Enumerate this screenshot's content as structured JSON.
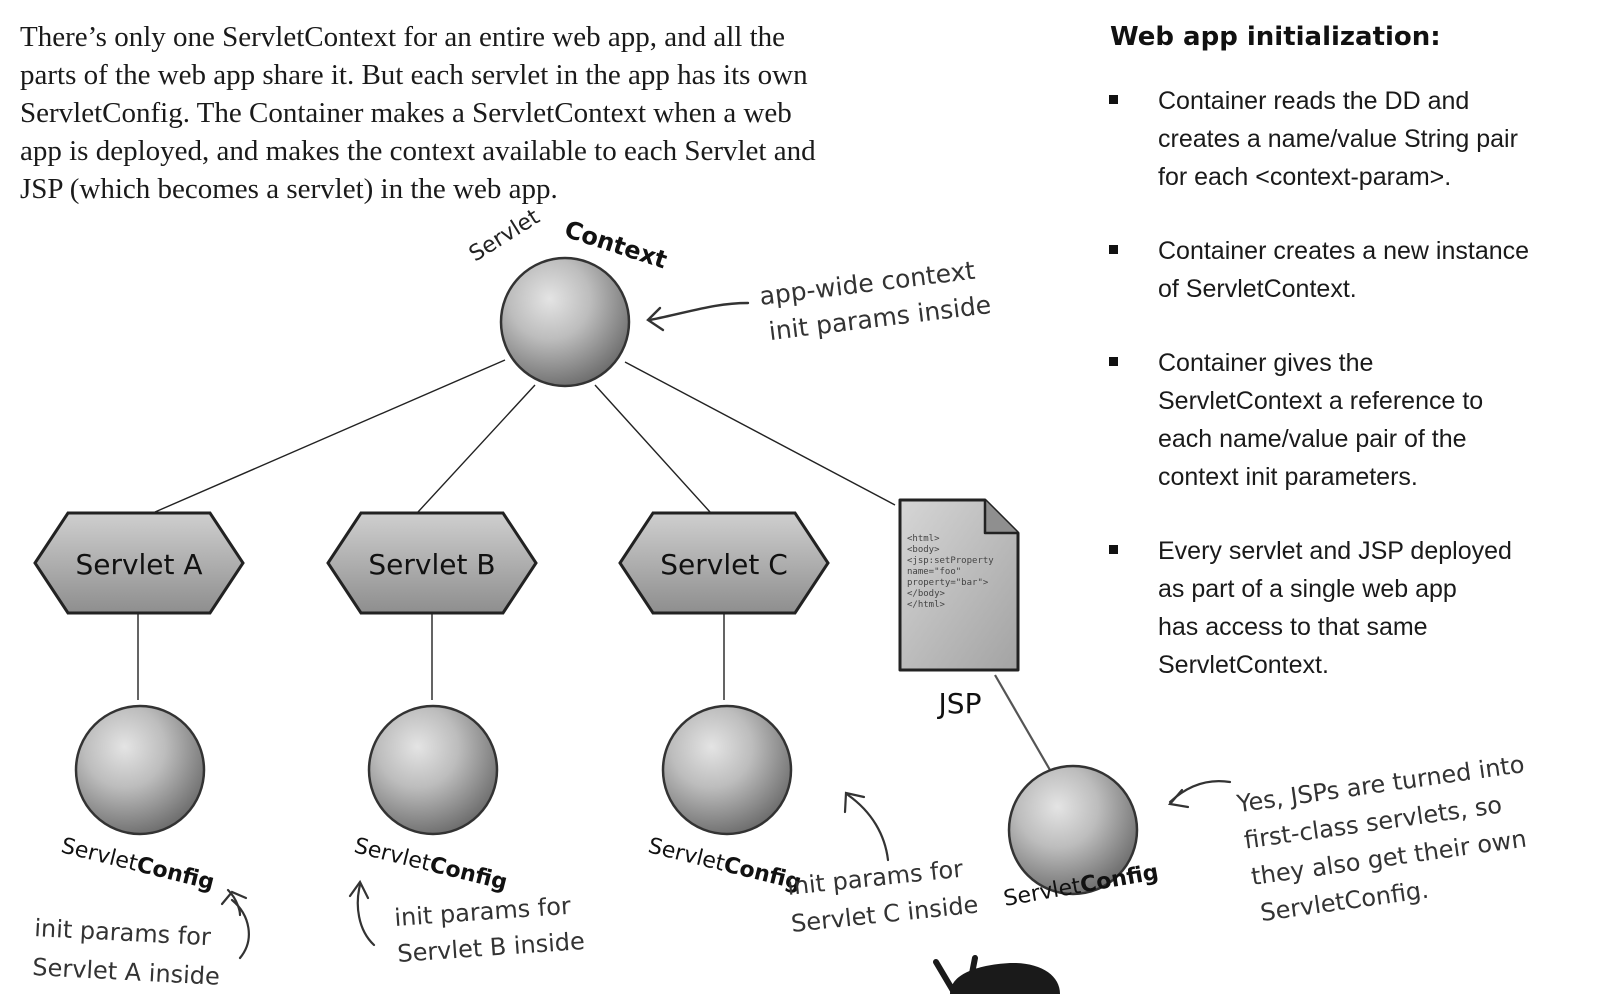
{
  "intro": {
    "lines": [
      "There’s only one ServletContext for an entire web app, and all the",
      "parts of the web app share it. But each servlet in the app has its own",
      "ServletConfig. The Container makes a ServletContext when a web",
      "app is deployed, and makes the context available to each Servlet and",
      "JSP (which becomes a servlet) in the web app."
    ]
  },
  "sidebar": {
    "title": "Web app initialization:",
    "bullets": [
      {
        "lines": [
          "Container reads the DD and",
          "creates a name/value String pair",
          "for each <context-param>."
        ]
      },
      {
        "lines": [
          "Container creates a new instance",
          "of ServletContext."
        ]
      },
      {
        "lines": [
          "Container gives the",
          "ServletContext a reference to",
          "each name/value pair of the",
          "context init parameters."
        ]
      },
      {
        "lines": [
          "Every servlet and JSP deployed",
          "as part of a single web app",
          "has access to that same",
          "ServletContext."
        ]
      }
    ]
  },
  "diagram": {
    "context_label": {
      "plain": "Servlet",
      "bold": "Context"
    },
    "context_note": [
      "app-wide context",
      "init params inside"
    ],
    "servlets": [
      "Servlet A",
      "Servlet B",
      "Servlet C"
    ],
    "jsp_label": "JSP",
    "jsp_code": [
      "<html>",
      "<body>",
      "<jsp:setProperty",
      "name=\"foo\"",
      "property=\"bar\">",
      "</body>",
      "</html>"
    ],
    "config_label": {
      "plain": "Servlet",
      "bold": "Config"
    },
    "config_notes": {
      "a": [
        "init params for",
        "Servlet A inside"
      ],
      "b": [
        "init params for",
        "Servlet B inside"
      ],
      "c": [
        "init params for",
        "Servlet C inside"
      ],
      "jsp": [
        "Yes, JSPs are turned into",
        "first-class servlets, so",
        "they also get their own",
        "ServletConfig."
      ]
    }
  }
}
